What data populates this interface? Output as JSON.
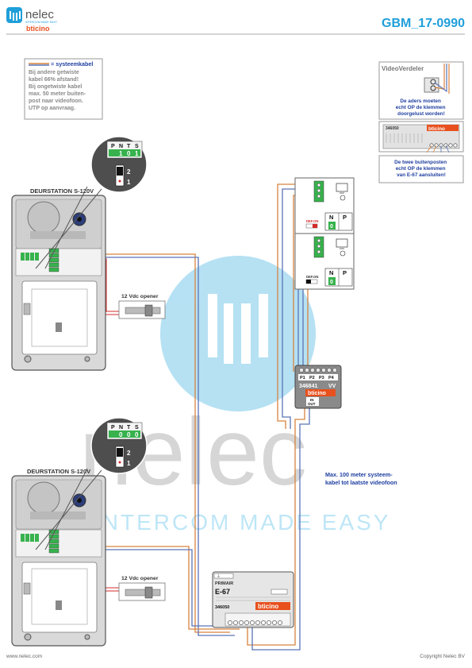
{
  "header": {
    "brand": "nelec",
    "brand_tagline": "INTERCOM MADE EASY",
    "sub_brand": "bticino",
    "drawing_code": "GBM_17-0990"
  },
  "legend_note": {
    "title": "= systeemkabel",
    "lines": [
      "Bij andere getwiste",
      "kabel 66% afstand!",
      "Bij ongetwiste kabel",
      "max. 50 meter buiten-",
      "post naar videofoon.",
      "UTP op aanvraag."
    ]
  },
  "video_distributor_box": {
    "title": "VideoVerdeler",
    "note1": [
      "De aders moeten",
      "echt OP de klemmen",
      "doorgelust worden!"
    ],
    "module_code": "346050",
    "note2": [
      "De twee buitenposten",
      "echt OP de klemmen",
      "van E-67 aansluiten!"
    ]
  },
  "door_station_top": {
    "label": "DEURSTATION S-120V",
    "dip_labels": [
      "P",
      "N",
      "T",
      "S"
    ],
    "dip_values": [
      "1",
      "0",
      "1"
    ],
    "jumper_labels": [
      "2",
      "1"
    ]
  },
  "door_station_bottom": {
    "label": "DEURSTATION S-120V",
    "dip_labels": [
      "P",
      "N",
      "T",
      "S"
    ],
    "dip_values": [
      "0",
      "0",
      "0"
    ],
    "jumper_labels": [
      "2",
      "1"
    ]
  },
  "openers": {
    "top_label": "12 Vdc opener",
    "bottom_label": "12 Vdc opener"
  },
  "monitors": {
    "top": {
      "np_labels": [
        "N",
        "P"
      ],
      "p_value": "0",
      "switch_label": "DEF.ON"
    },
    "bottom": {
      "np_labels": [
        "N",
        "P"
      ],
      "p_value": "0",
      "switch_label": "DEF.ON"
    }
  },
  "distributor": {
    "port_labels": [
      "P1",
      "P2",
      "P3",
      "P4"
    ],
    "code": "346841",
    "suffix": "VV",
    "brand": "bticino",
    "in_label": "IN",
    "out_label": "OUT"
  },
  "power_supply": {
    "label_primary": "PRIMAIR",
    "model": "E-67",
    "code": "346050",
    "brand": "bticino"
  },
  "cable_note": [
    "Max. 100 meter systeem-",
    "kabel tot laatste videofoon"
  ],
  "watermark": {
    "word": "nelec",
    "tagline": "INTERCOM MADE EASY"
  },
  "footer": {
    "website": "www.nelec.com",
    "copyright": "Copyright Nelec BV"
  },
  "colors": {
    "brand_blue": "#1f9fd9",
    "system_cable_orange": "#d8833f",
    "system_cable_blue": "#5a73b6",
    "lock_wire_red": "#d42a2a",
    "terminal_green": "#37b24d",
    "note_blue": "#1f3fa0"
  }
}
